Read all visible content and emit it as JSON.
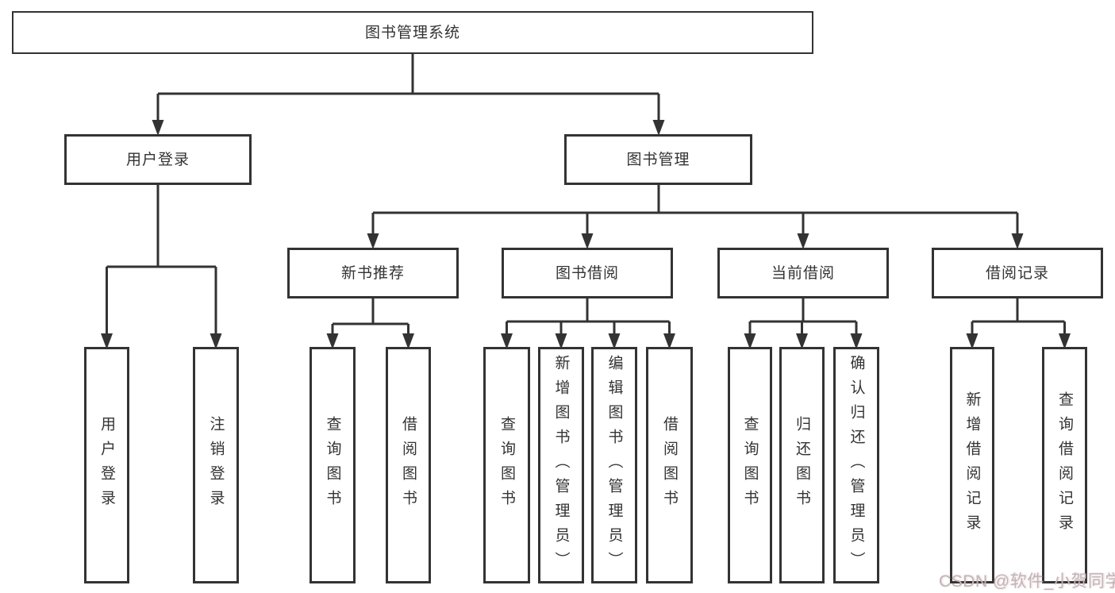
{
  "nodes": {
    "root": "图书管理系统",
    "user_login_group": "用户登录",
    "book_mgmt": "图书管理",
    "user_login": "用户登录",
    "logout": "注销登录",
    "new_book_rec": "新书推荐",
    "book_borrow": "图书借阅",
    "current_borrow": "当前借阅",
    "borrow_records": "借阅记录",
    "rec_query_books": "查询图书",
    "rec_borrow_books": "借阅图书",
    "bb_query_books": "查询图书",
    "bb_add_books": "新增图书（管理员）",
    "bb_edit_books": "编辑图书（管理员）",
    "bb_borrow_books": "借阅图书",
    "cb_query_books": "查询图书",
    "cb_return_books": "归还图书",
    "cb_confirm_return": "确认归还（管理员）",
    "br_add_record": "新增借阅记录",
    "br_query_record": "查询借阅记录"
  },
  "watermark": {
    "text": "CSDN @软件_小贺同学"
  },
  "colors": {
    "line": "#333333",
    "text": "#333333",
    "background": "#ffffff",
    "watermark": "#b9b9b9"
  }
}
